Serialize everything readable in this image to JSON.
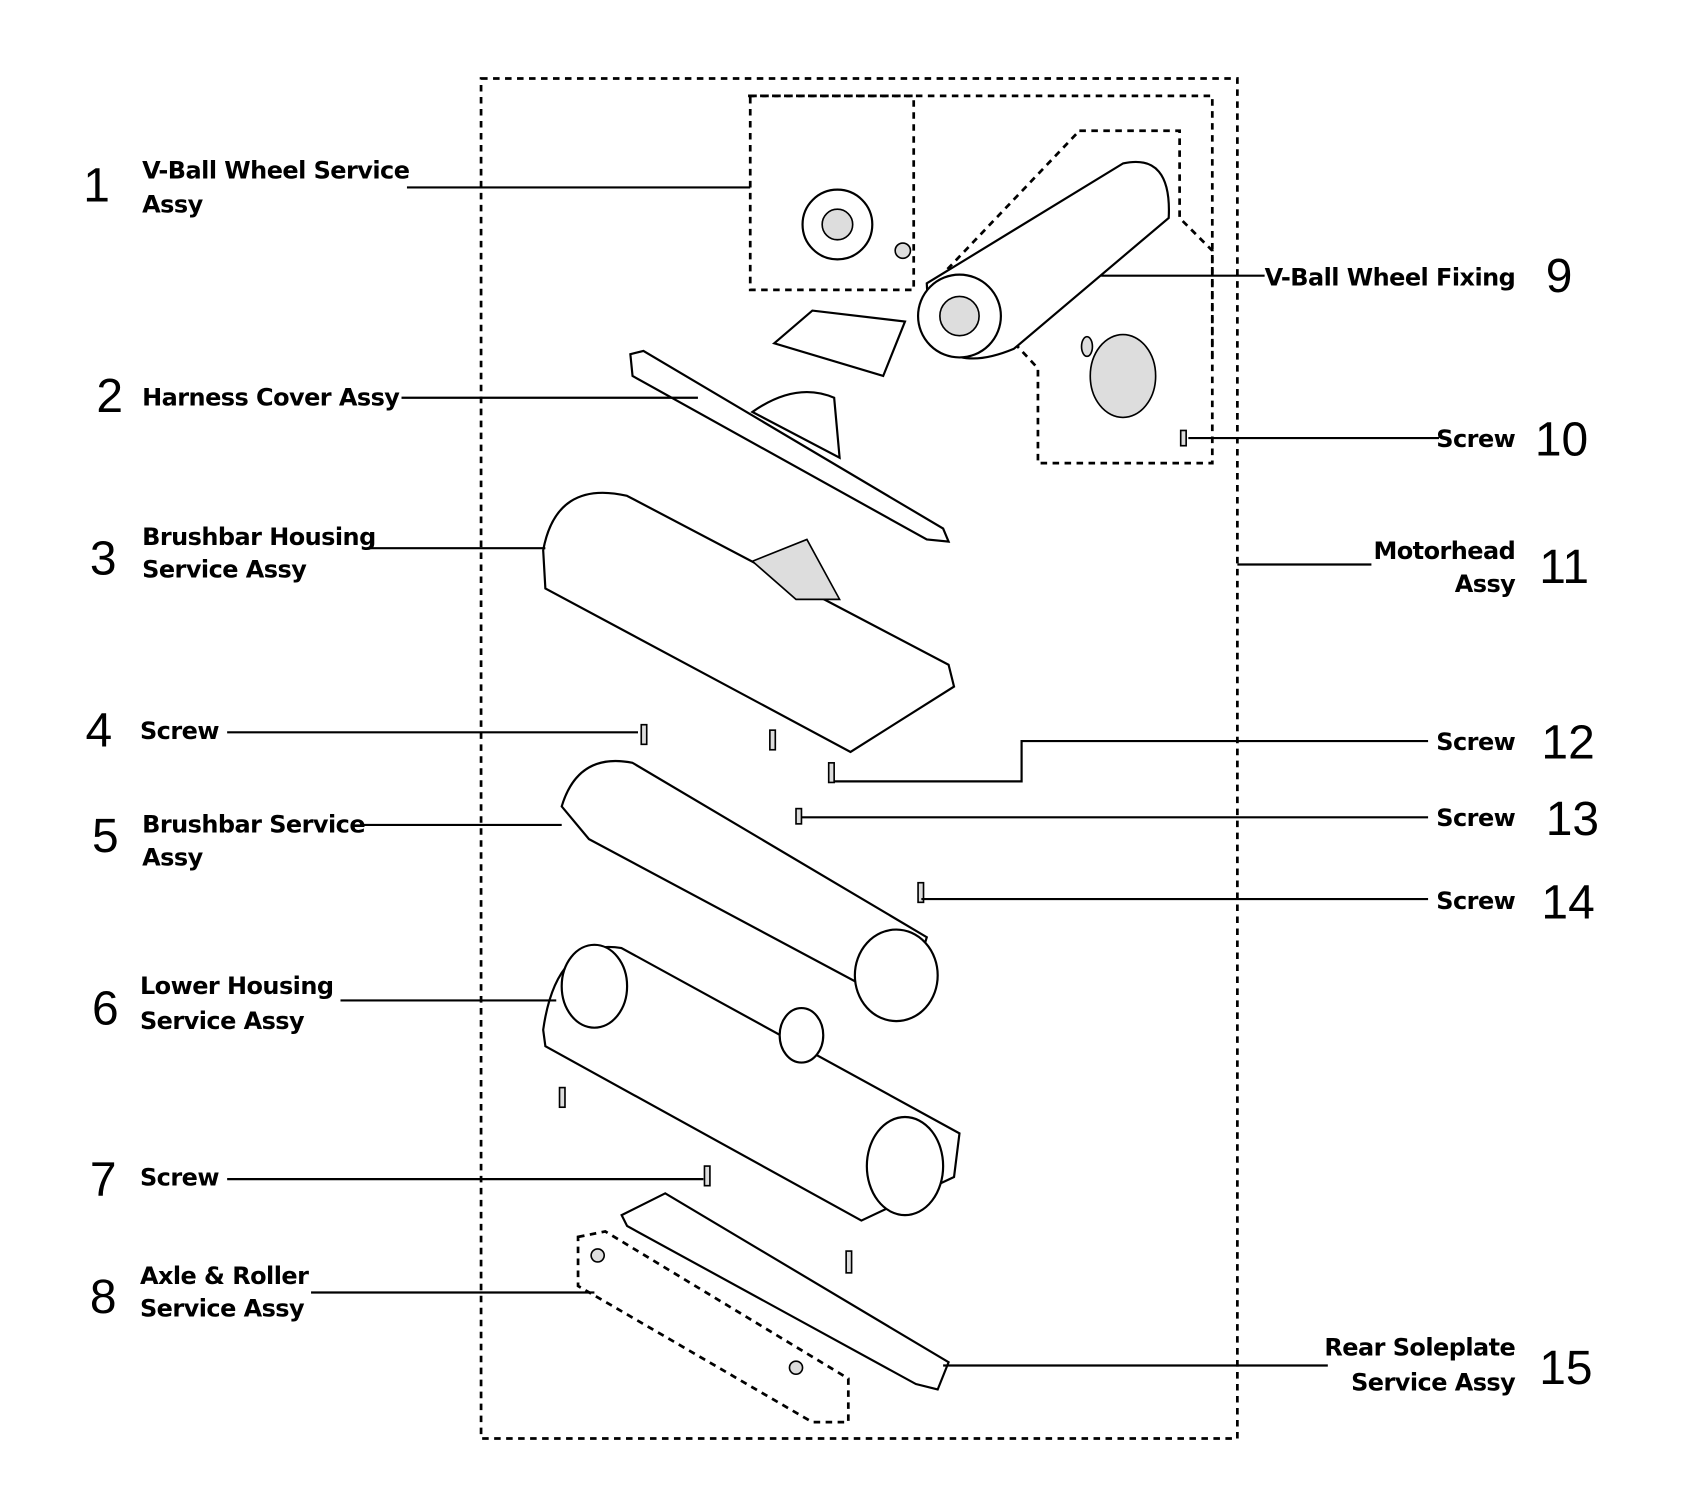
{
  "diagram": {
    "parts_left": [
      {
        "num": "1",
        "lines": [
          "V-Ball Wheel Service",
          "Assy"
        ]
      },
      {
        "num": "2",
        "lines": [
          "Harness Cover Assy"
        ]
      },
      {
        "num": "3",
        "lines": [
          "Brushbar Housing",
          "Service Assy"
        ]
      },
      {
        "num": "4",
        "lines": [
          "Screw"
        ]
      },
      {
        "num": "5",
        "lines": [
          "Brushbar Service",
          "Assy"
        ]
      },
      {
        "num": "6",
        "lines": [
          "Lower Housing",
          "Service Assy"
        ]
      },
      {
        "num": "7",
        "lines": [
          "Screw"
        ]
      },
      {
        "num": "8",
        "lines": [
          "Axle & Roller",
          "Service Assy"
        ]
      }
    ],
    "parts_right": [
      {
        "num": "9",
        "lines": [
          "V-Ball Wheel Fixing"
        ]
      },
      {
        "num": "10",
        "lines": [
          "Screw"
        ]
      },
      {
        "num": "11",
        "lines": [
          "Motorhead",
          "Assy"
        ]
      },
      {
        "num": "12",
        "lines": [
          "Screw"
        ]
      },
      {
        "num": "13",
        "lines": [
          "Screw"
        ]
      },
      {
        "num": "14",
        "lines": [
          "Screw"
        ]
      },
      {
        "num": "15",
        "lines": [
          "Rear Soleplate",
          "Service Assy"
        ]
      }
    ]
  }
}
